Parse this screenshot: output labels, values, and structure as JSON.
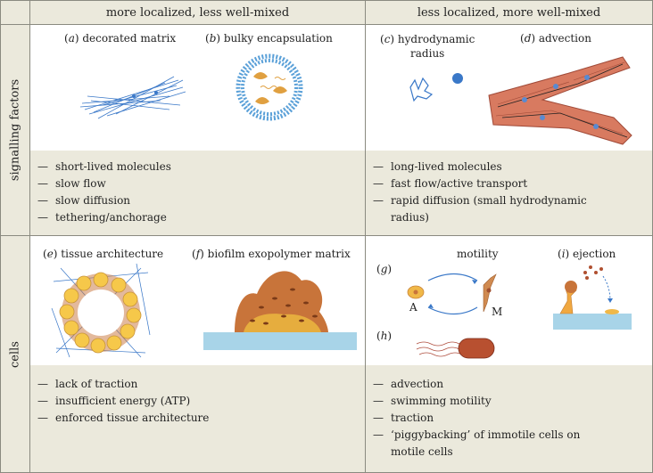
{
  "headers": {
    "left": "more localized, less well-mixed",
    "right": "less localized, more well-mixed"
  },
  "rows": {
    "signalling": "signalling factors",
    "cells": "cells"
  },
  "panels": {
    "a": {
      "letter": "a",
      "title": "decorated matrix"
    },
    "b": {
      "letter": "b",
      "title": "bulky encapsulation"
    },
    "c": {
      "letter": "c",
      "title_line1": "hydrodynamic",
      "title_line2": "radius"
    },
    "d": {
      "letter": "d",
      "title": "advection"
    },
    "e": {
      "letter": "e",
      "title": "tissue architecture"
    },
    "f": {
      "letter": "f",
      "title": "biofilm exopolymer matrix"
    },
    "g": {
      "letter": "g",
      "title": "motility",
      "state_a": "A",
      "state_m": "M"
    },
    "h": {
      "letter": "h"
    },
    "i": {
      "letter": "i",
      "title": "ejection"
    }
  },
  "bullets": {
    "signalling_left": [
      "short-lived molecules",
      "slow flow",
      "slow diffusion",
      "tethering/anchorage"
    ],
    "signalling_right": [
      "long-lived molecules",
      "fast flow/active transport",
      "rapid diffusion (small hydrodynamic",
      "radius)"
    ],
    "cells_left": [
      "lack of traction",
      "insufficient energy (ATP)",
      "enforced tissue architecture"
    ],
    "cells_right": [
      "advection",
      "swimming motility",
      "traction",
      "‘piggybacking’ of immotile cells on",
      "motile cells"
    ]
  },
  "dash": "—",
  "colors": {
    "beige": "#ebe9dc",
    "border": "#8a8a80",
    "blue_fiber": "#3a78c8",
    "orange": "#e0a040",
    "vessel": "#d87a60",
    "biofilm": "#c8743a",
    "water": "#a8d4e8"
  }
}
